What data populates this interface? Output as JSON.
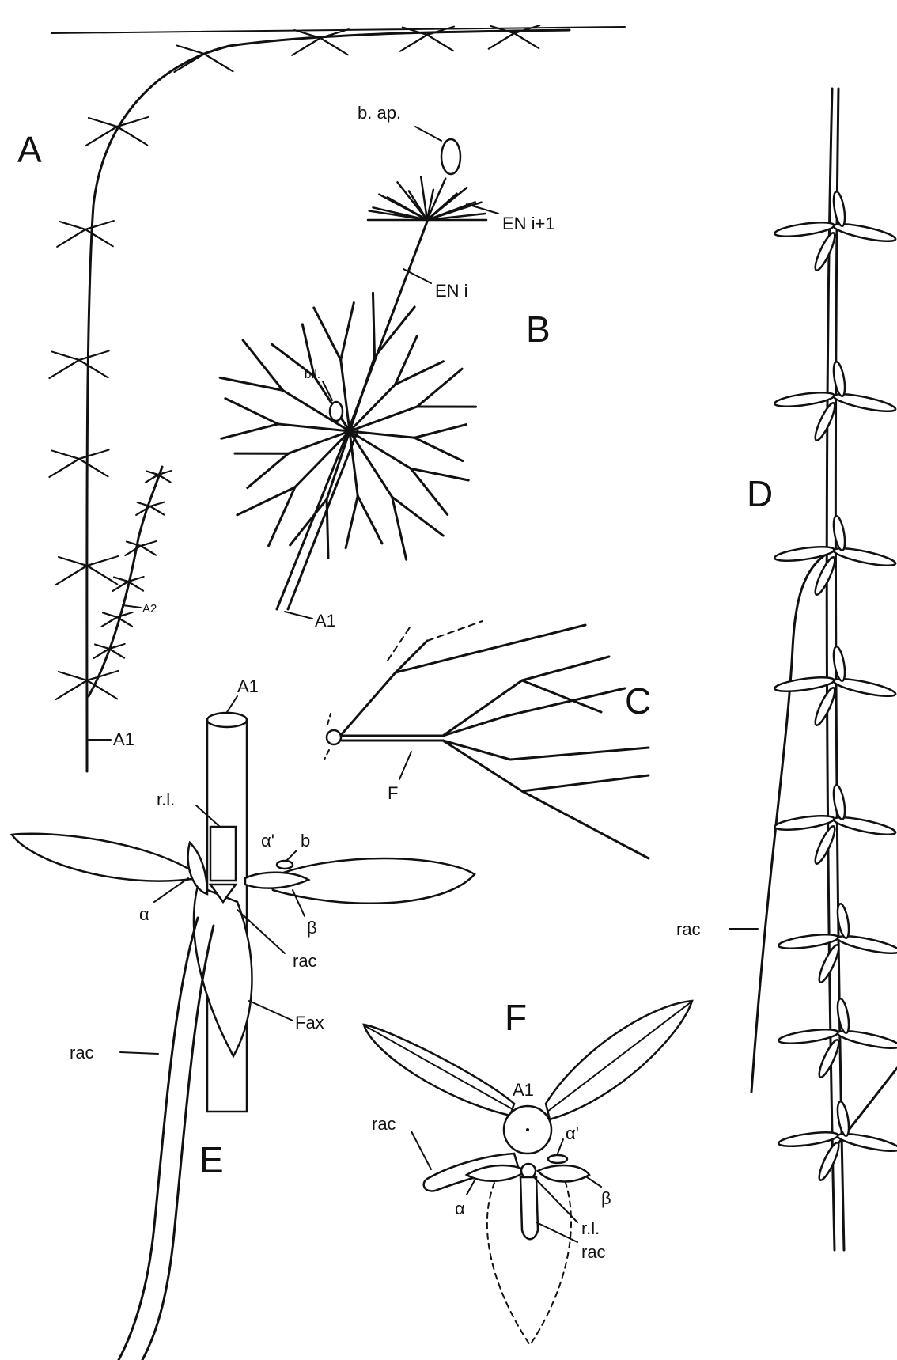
{
  "panels": {
    "a": {
      "letter": "A",
      "labels": {
        "a1": "A1",
        "a2": "A2"
      }
    },
    "b": {
      "letter": "B",
      "labels": {
        "bud_apical": "b. ap.",
        "en_next": "EN i+1",
        "en": "EN i",
        "bud_lateral": "b.l.",
        "axis": "A1"
      }
    },
    "c": {
      "letter": "C",
      "labels": {
        "leaf": "F"
      }
    },
    "d": {
      "letter": "D",
      "labels": {
        "root": "rac"
      }
    },
    "e": {
      "letter": "E",
      "labels": {
        "axis": "A1",
        "rl": "r.l.",
        "alpha_prime": "α'",
        "b": "b",
        "alpha": "α",
        "beta": "β",
        "rac_inner": "rac",
        "rac_outer": "rac",
        "fax": "Fax"
      }
    },
    "f": {
      "letter": "F",
      "labels": {
        "axis": "A1",
        "rac_left": "rac",
        "alpha_prime": "α'",
        "beta": "β",
        "alpha": "α",
        "rl": "r.l.",
        "rac_bottom": "rac"
      }
    }
  }
}
